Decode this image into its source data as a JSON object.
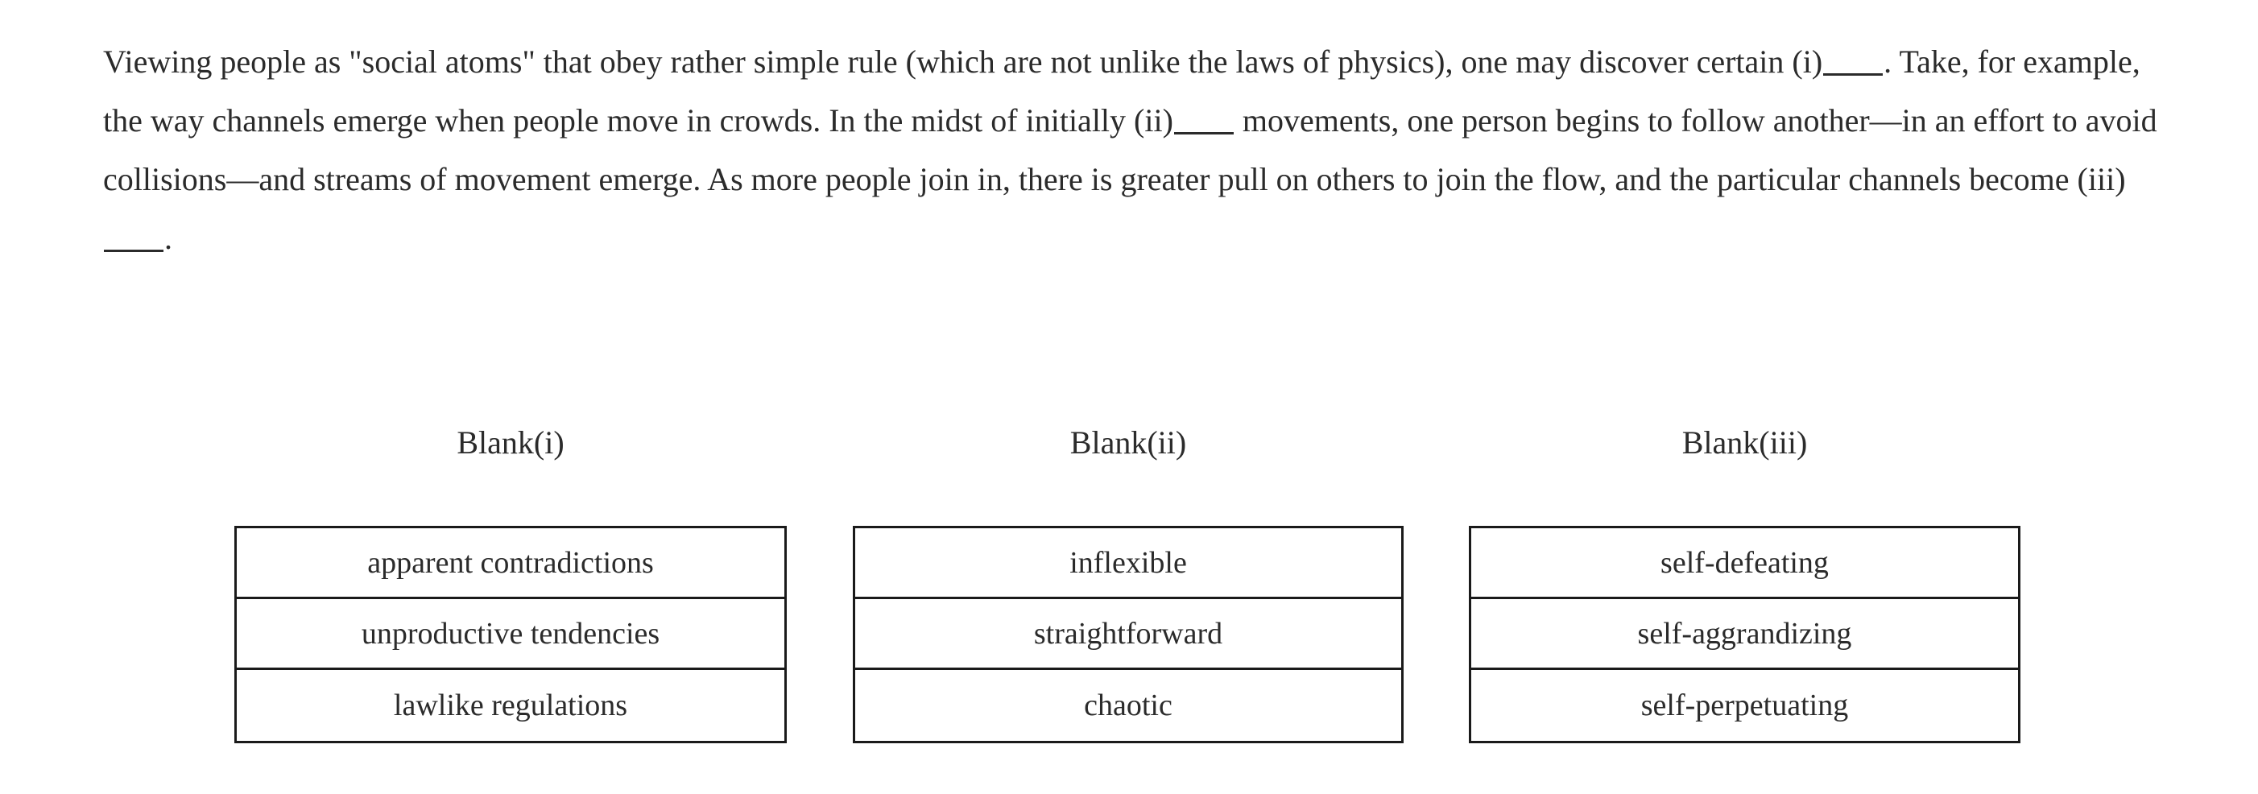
{
  "passage": {
    "segments": [
      {
        "type": "text",
        "value": "Viewing people as \"social atoms\" that obey rather simple rule (which are not unlike the laws of physics), one may discover certain "
      },
      {
        "type": "text",
        "value": "(i)"
      },
      {
        "type": "blank",
        "value": "_____",
        "label": "blank-i"
      },
      {
        "type": "text",
        "value": ". Take, for example, the way channels emerge when people move in crowds. In the midst of initially "
      },
      {
        "type": "text",
        "value": "(ii)"
      },
      {
        "type": "blank",
        "value": "_____",
        "label": "blank-ii"
      },
      {
        "type": "text",
        "value": " movements, one person begins to follow another—in an effort to avoid collisions—and streams of movement emerge. As more people join in, there is greater pull on others to join the flow, and the particular channels become "
      },
      {
        "type": "text",
        "value": "(iii)"
      },
      {
        "type": "blank",
        "value": "_____",
        "label": "blank-iii"
      },
      {
        "type": "text",
        "value": "."
      }
    ],
    "full_text": "Viewing people as \"social atoms\" that obey rather simple rule (which are not unlike the laws of physics), one may discover certain (i)_____. Take, for example, the way channels emerge when people move in crowds. In the midst of initially (ii)_____ movements, one person begins to follow another—in an effort to avoid collisions—and streams of movement emerge. As more people join in, there is greater pull on others to join the flow, and the particular channels become (iii)_____."
  },
  "answer_groups": [
    {
      "header": "Blank(i)",
      "choices": [
        "apparent contradictions",
        "unproductive tendencies",
        "lawlike regulations"
      ]
    },
    {
      "header": "Blank(ii)",
      "choices": [
        "inflexible",
        "straightforward",
        "chaotic"
      ]
    },
    {
      "header": "Blank(iii)",
      "choices": [
        "self-defeating",
        "self-aggrandizing",
        "self-perpetuating"
      ]
    }
  ],
  "colors": {
    "page_background": "#ffffff",
    "text": "#2b2b2b",
    "border": "#1a1a1a"
  }
}
